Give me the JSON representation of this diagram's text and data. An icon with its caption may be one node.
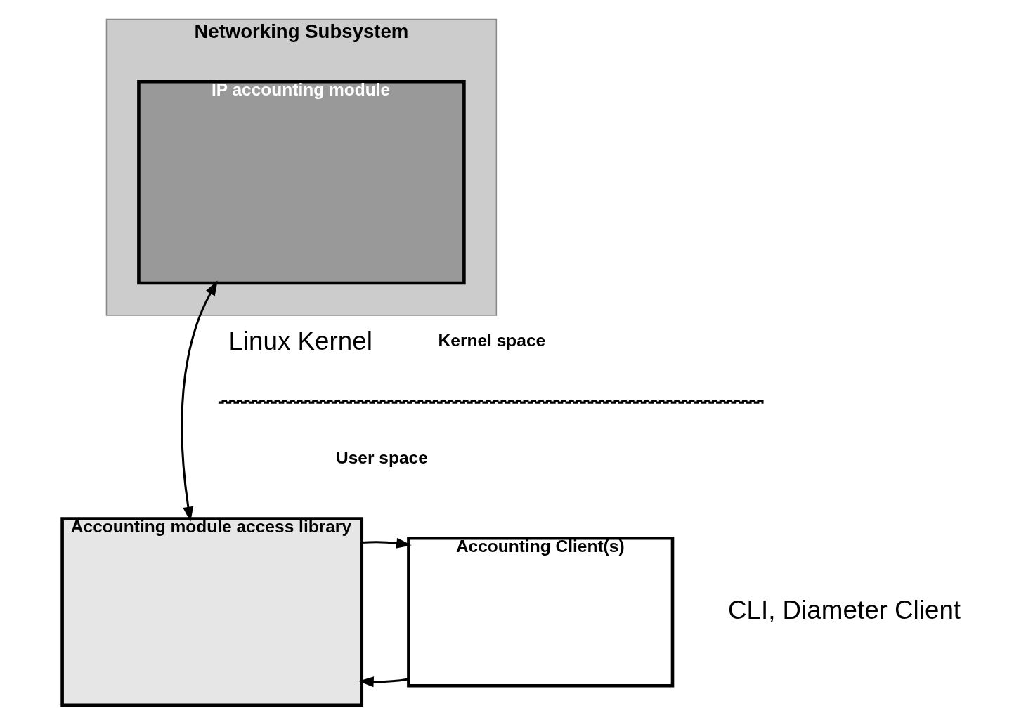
{
  "diagram": {
    "nodes": [
      {
        "text": [
          "Networking Subsystem"
        ]
      },
      {
        "text": [
          "IP accounting module"
        ],
        "in": 0
      },
      {
        "text": [
          "Accounting module access library"
        ]
      },
      {
        "text": [
          "Accounting Client(s)"
        ]
      }
    ],
    "edges": [
      {
        "from": 1,
        "to": 2,
        "arrow": "both"
      },
      {
        "from": 3,
        "to": 2,
        "arrow": "to"
      },
      {
        "from": 2,
        "to": 3,
        "arrow": "to"
      }
    ],
    "labels": [
      "Linux Kernel",
      "Kernel space",
      "User space",
      "CLI, Diameter Client"
    ]
  }
}
